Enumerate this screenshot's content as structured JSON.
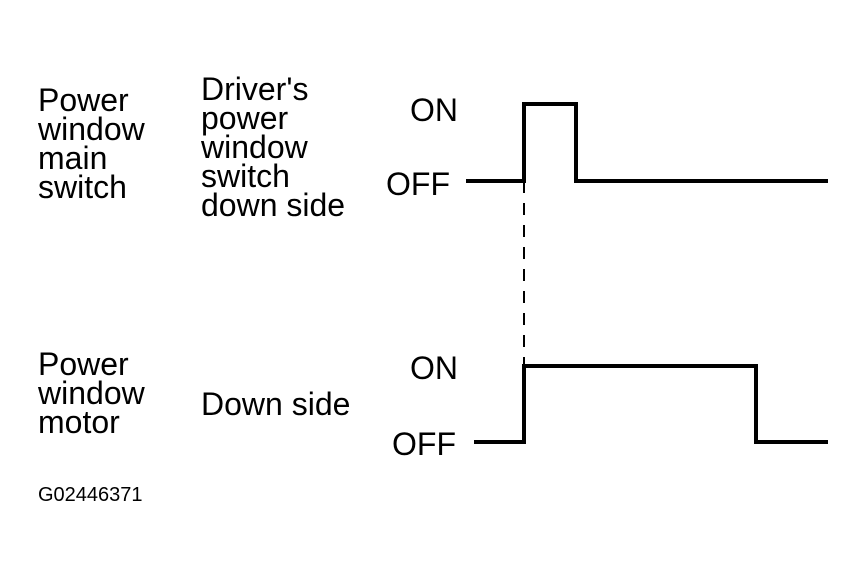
{
  "rows": [
    {
      "component_lines": [
        "Power",
        "window",
        "main",
        "switch"
      ],
      "signal_lines": [
        "Driver's",
        "power",
        "window",
        "switch",
        "down side"
      ],
      "on_label": "ON",
      "off_label": "OFF",
      "waveform": "short ON pulse"
    },
    {
      "component_lines": [
        "Power",
        "window",
        "motor"
      ],
      "signal_lines": [
        "Down side"
      ],
      "on_label": "ON",
      "off_label": "OFF",
      "waveform": "long ON pulse, starts at switch ON"
    }
  ],
  "figure_id": "G02446371",
  "colors": {
    "line": "#000000",
    "background": "#ffffff"
  }
}
